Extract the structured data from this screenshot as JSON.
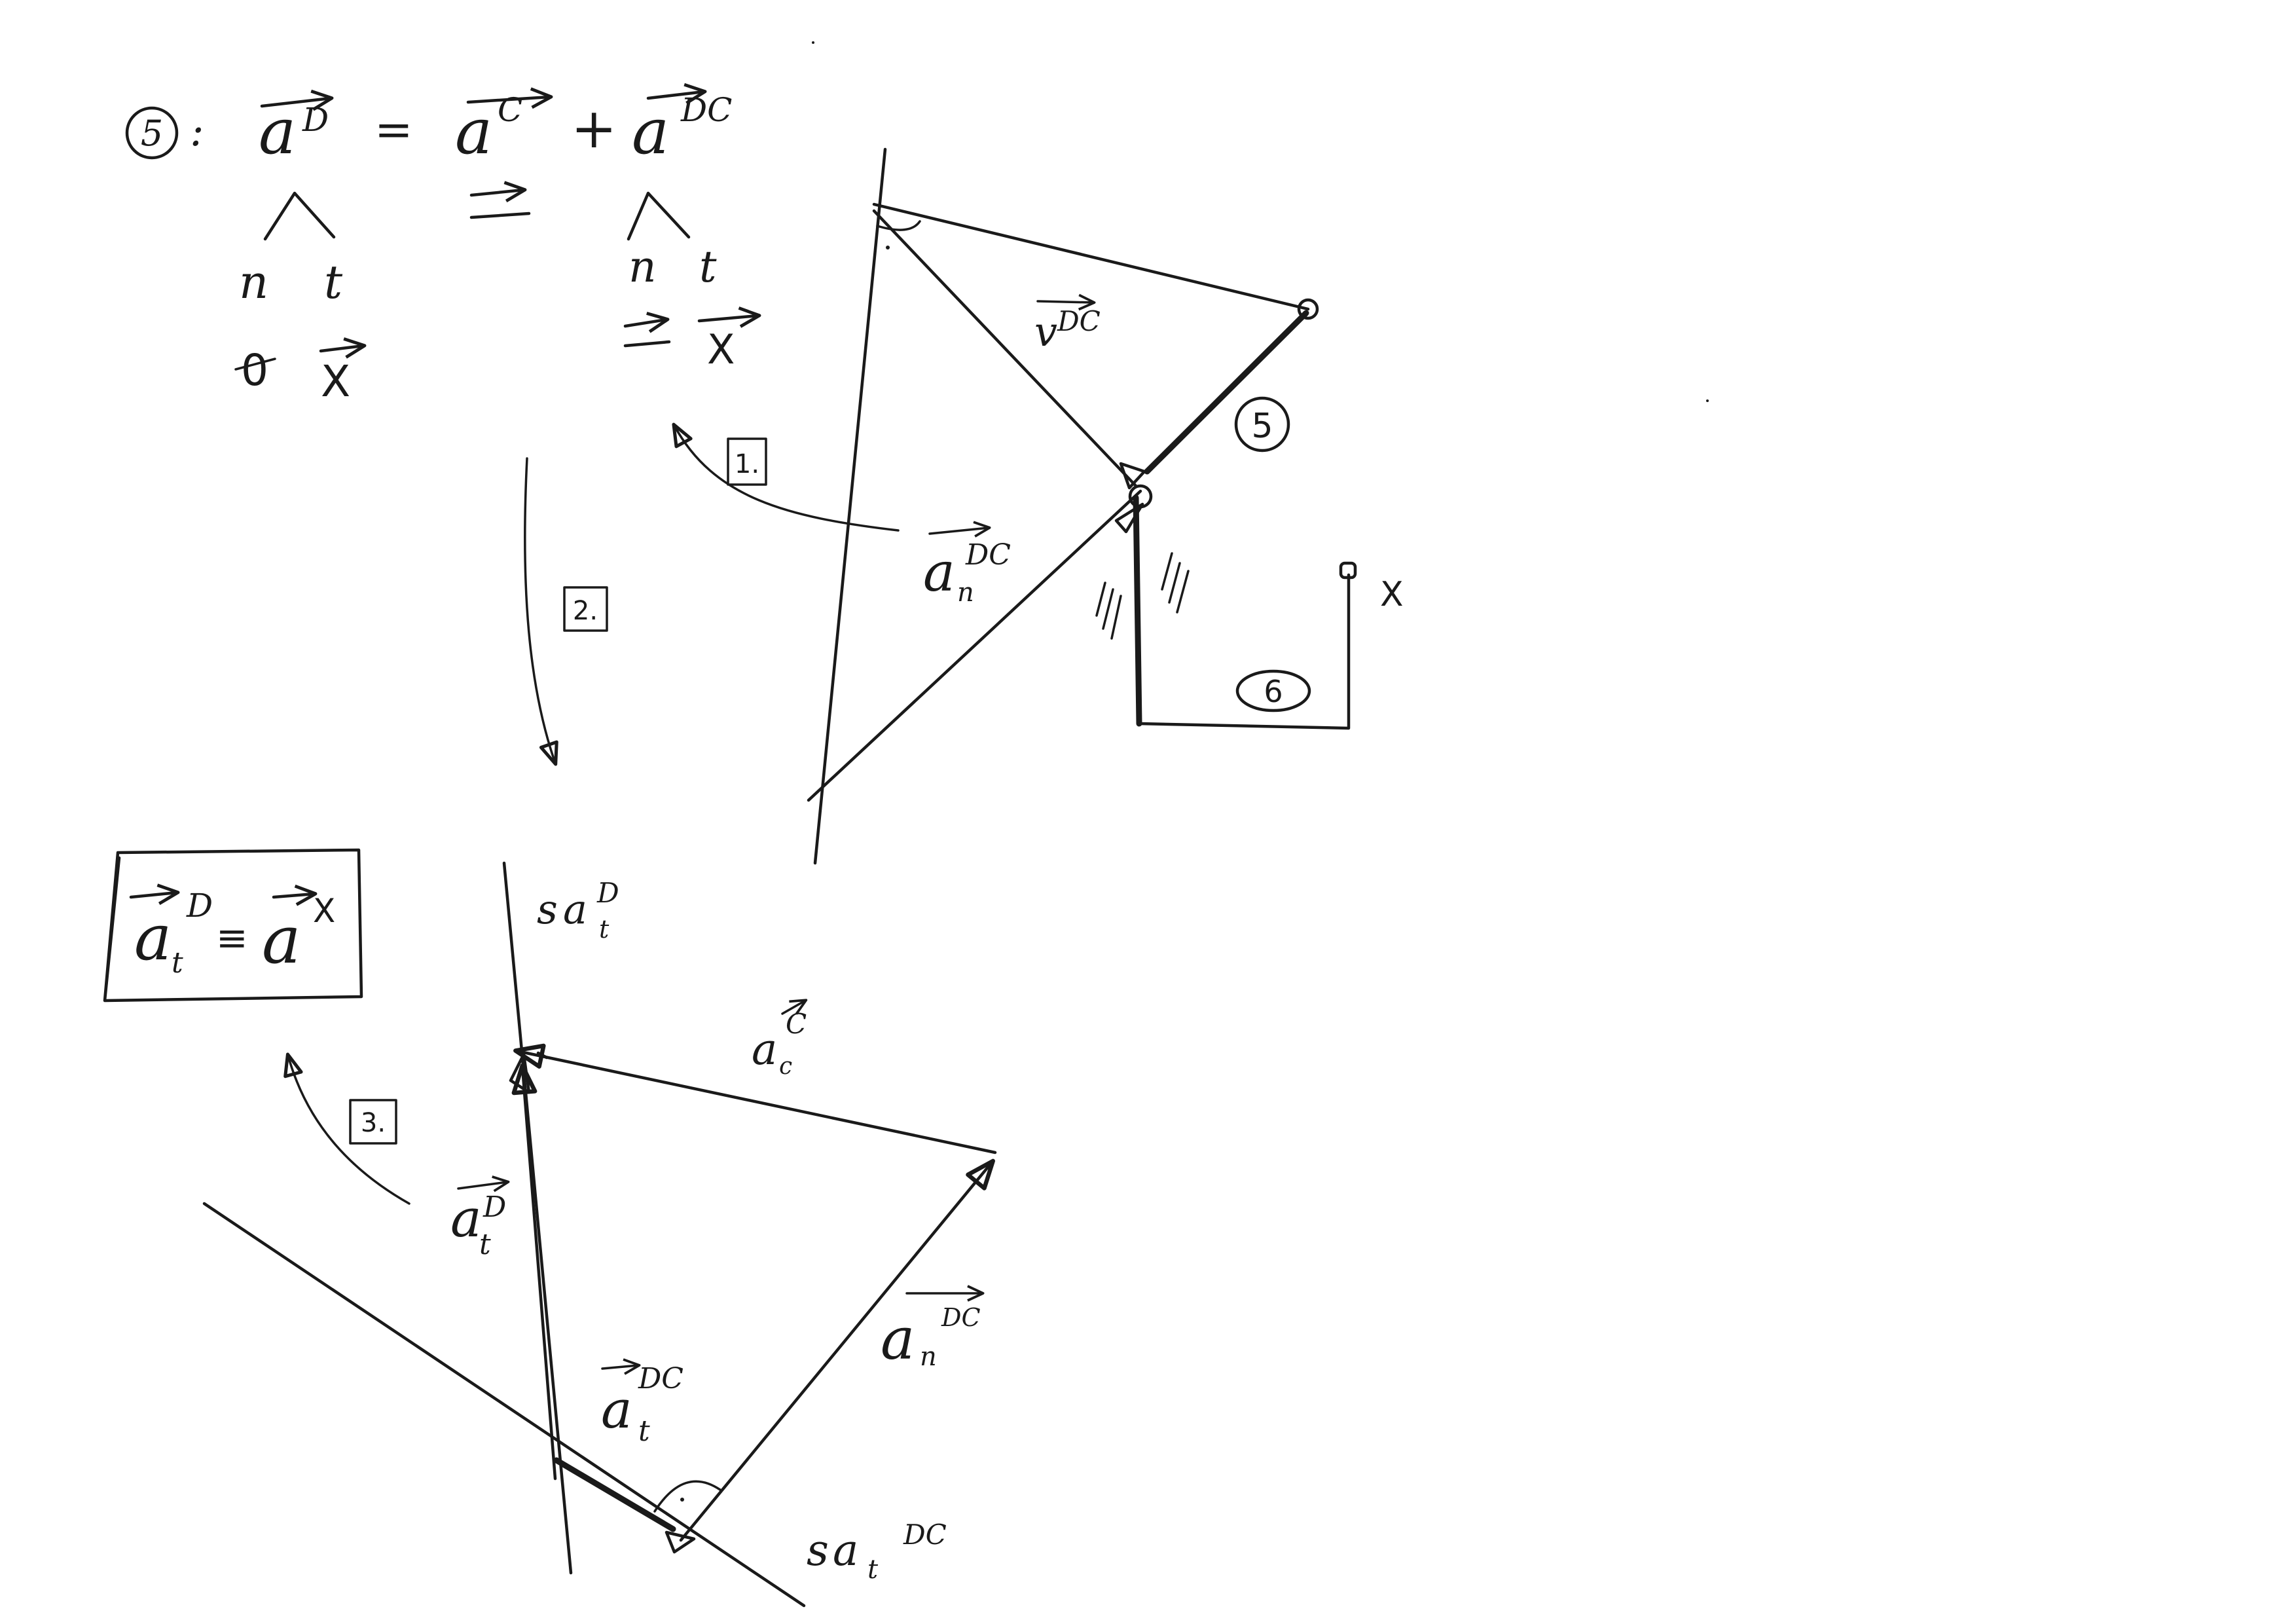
{
  "colors": {
    "ink": "#1a1a1a",
    "paper": "#ffffff"
  },
  "equation": {
    "body_label": "5",
    "colon": ":",
    "lhs": "a",
    "lhs_sup": "D",
    "equals": "=",
    "term1": "a",
    "term1_sup": "C",
    "plus": "+",
    "term2": "a",
    "term2_sup": "DC",
    "left_n": "n",
    "left_t": "t",
    "left_n_value": "0",
    "left_t_value": "X",
    "right_n": "n",
    "right_t": "t",
    "right_t_value": "X"
  },
  "steps": {
    "step1": "1.",
    "step2": "2.",
    "step3": "3."
  },
  "mechanism": {
    "velocity_label": "v",
    "velocity_sup": "DC",
    "normal_accel": "a",
    "normal_accel_sub": "n",
    "normal_accel_sup": "DC",
    "body5": "5",
    "body6": "6",
    "point_x": "X"
  },
  "result_box": {
    "lhs": "a",
    "lhs_sub": "t",
    "lhs_sup": "D",
    "equiv": "≡",
    "rhs": "a",
    "rhs_sup": "X"
  },
  "polygon": {
    "dir_top": "s",
    "dir_top_a": "a",
    "dir_top_sub": "t",
    "dir_top_sup": "D",
    "dir_bottom": "s",
    "dir_bottom_a": "a",
    "dir_bottom_sub": "t",
    "dir_bottom_sup": "DC",
    "accel_c": "a",
    "accel_c_sub": "c",
    "accel_c_sup": "C",
    "accel_t_d": "a",
    "accel_t_d_sub": "t",
    "accel_t_d_sup": "D",
    "accel_t_dc": "a",
    "accel_t_dc_sub": "t",
    "accel_t_dc_sup": "DC",
    "accel_n_dc": "a",
    "accel_n_dc_sub": "n",
    "accel_n_dc_sup": "DC"
  }
}
